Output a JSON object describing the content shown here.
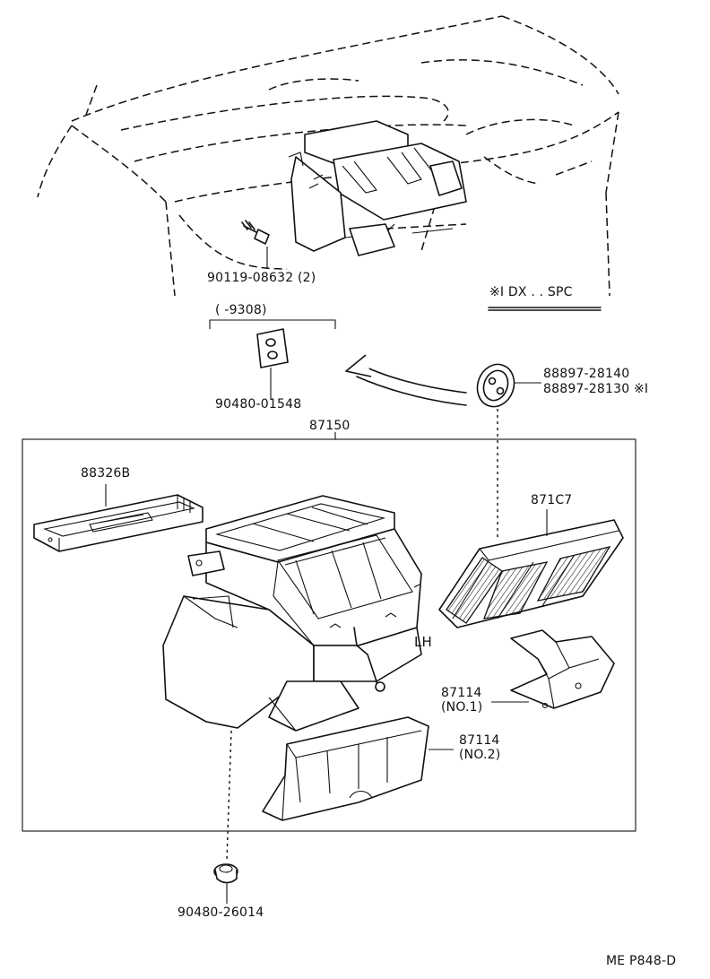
{
  "parts": {
    "bolt": "90119-08632 (2)",
    "bracket_range": "(      -9308)",
    "grommet_small": "90480-01548",
    "grommet_oval_1": "88897-28140",
    "grommet_oval_2": "88897-28130 ※Ⅰ",
    "unit_assembly": "87150",
    "cover": "88326B",
    "filter": "871C7",
    "duct_no1_part": "87114",
    "duct_no1_note": "(NO.1)",
    "duct_no2_part": "87114",
    "duct_no2_note": "(NO.2)",
    "drain_grommet": "90480-26014"
  },
  "notes": {
    "spec_note": "※Ⅰ DX . . SPC",
    "side_mark": "LH",
    "page_code": "ME P848-D"
  }
}
